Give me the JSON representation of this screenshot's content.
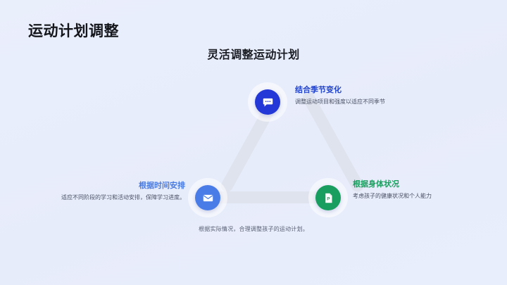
{
  "slide": {
    "title": "运动计划调整",
    "subtitle": "灵活调整运动计划",
    "caption": "根据实际情况，合理调整孩子的运动计划。",
    "background_color": "#e8edfb"
  },
  "diagram": {
    "shape": "triangle",
    "edge_color": "#dfe3ee",
    "nodes": [
      {
        "position": "top",
        "icon": "chat-bubble-icon",
        "color": "#2338d6",
        "heading": "结合季节变化",
        "description": "调整运动项目和强度以适应不同季节"
      },
      {
        "position": "bottom-left",
        "icon": "envelope-icon",
        "color": "#4a7ce8",
        "heading": "根据时间安排",
        "description": "适应不同阶段的学习和活动安排，保障学习进度。"
      },
      {
        "position": "bottom-right",
        "icon": "document-p-icon",
        "color": "#1a9e5f",
        "heading": "根据身体状况",
        "description": "考虑孩子的健康状况和个人能力"
      }
    ]
  }
}
